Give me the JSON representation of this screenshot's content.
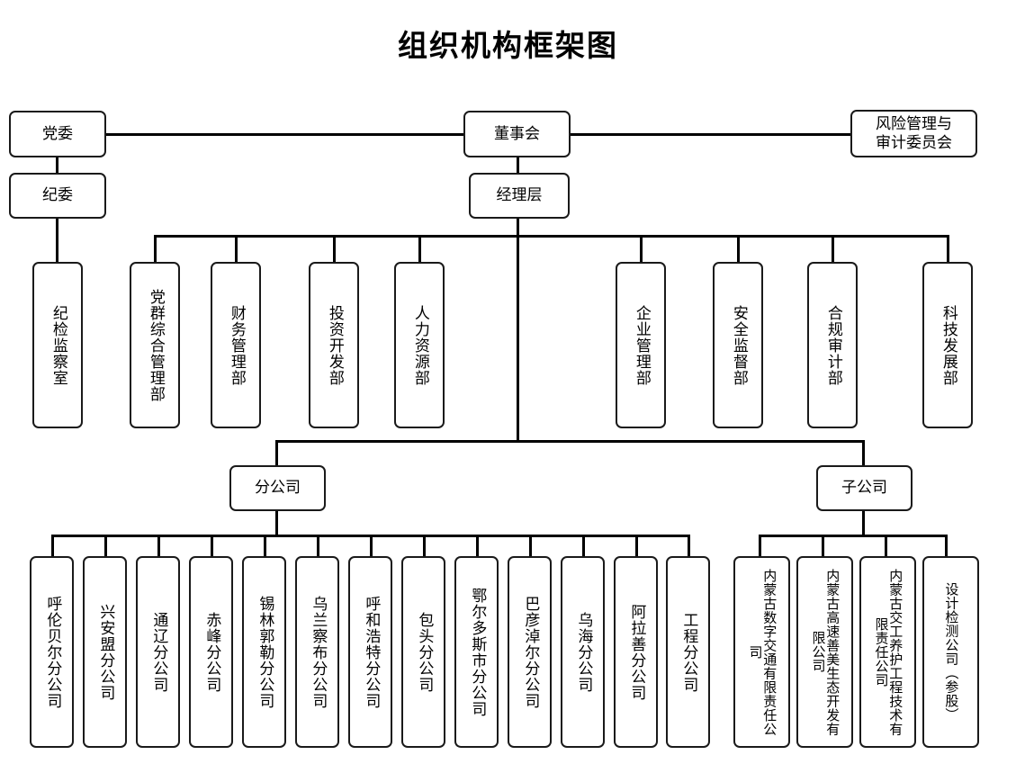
{
  "chart_title": "组织机构框架图",
  "governance": {
    "party_committee": "党委",
    "discipline_committee": "纪委",
    "board": "董事会",
    "management": "经理层",
    "risk_audit_committee_line1": "风险管理与",
    "risk_audit_committee_line2": "审计委员会"
  },
  "inspection_office": "纪检监察室",
  "departments_left": [
    "党群综合管理部",
    "财务管理部",
    "投资开发部",
    "人力资源部"
  ],
  "departments_right": [
    "企业管理部",
    "安全监督部",
    "合规审计部",
    "科技发展部"
  ],
  "branch_group": {
    "label": "分公司",
    "children": [
      "呼伦贝尔分公司",
      "兴安盟分公司",
      "通辽分公司",
      "赤峰分公司",
      "锡林郭勒分公司",
      "乌兰察布分公司",
      "呼和浩特分公司",
      "包头分公司",
      "鄂尔多斯市分公司",
      "巴彦淖尔分公司",
      "乌海分公司",
      "阿拉善分公司",
      "工程分公司"
    ]
  },
  "subsidiary_group": {
    "label": "子公司",
    "children": [
      "内蒙古数字交通有限责任公司",
      "内蒙古高速善美生态开发有限公司",
      "内蒙古交工养护工程技术有限责任公司",
      "设计检测公司（参股）"
    ]
  },
  "colors": {
    "stroke": "#000000",
    "fill": "#ffffff",
    "text": "#000000"
  }
}
